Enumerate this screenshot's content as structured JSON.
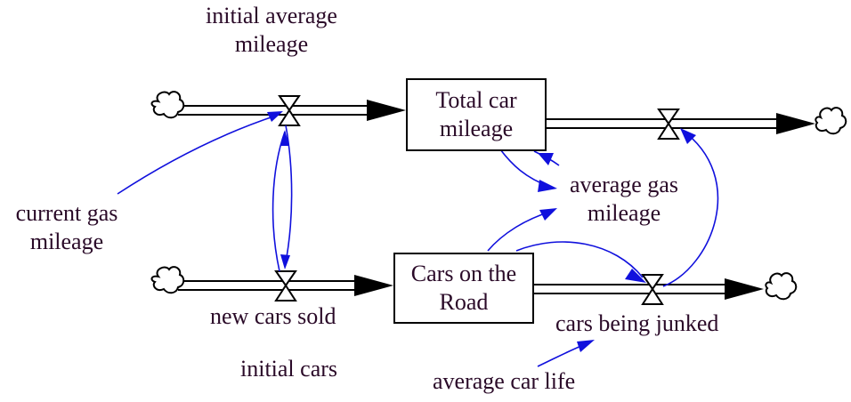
{
  "diagram": {
    "type": "stock-and-flow",
    "colors": {
      "text": "#2a0a28",
      "link": "#1010dd",
      "pipe": "#000000"
    },
    "stocks": {
      "total_car_mileage": {
        "line1": "Total car",
        "line2": "mileage"
      },
      "cars_on_road": {
        "line1": "Cars on the",
        "line2": "Road"
      }
    },
    "variables": {
      "initial_average_mileage": {
        "line1": "initial average",
        "line2": "mileage"
      },
      "current_gas_mileage": {
        "line1": "current gas",
        "line2": "mileage"
      },
      "average_gas_mileage": {
        "line1": "average gas",
        "line2": "mileage"
      },
      "new_cars_sold": "new cars sold",
      "initial_cars": "initial cars",
      "cars_being_junked": "cars being junked",
      "average_car_life": "average car life"
    },
    "icons": {
      "source_sink": "cloud-icon",
      "valve": "valve-icon",
      "stock": "stock-box"
    }
  }
}
